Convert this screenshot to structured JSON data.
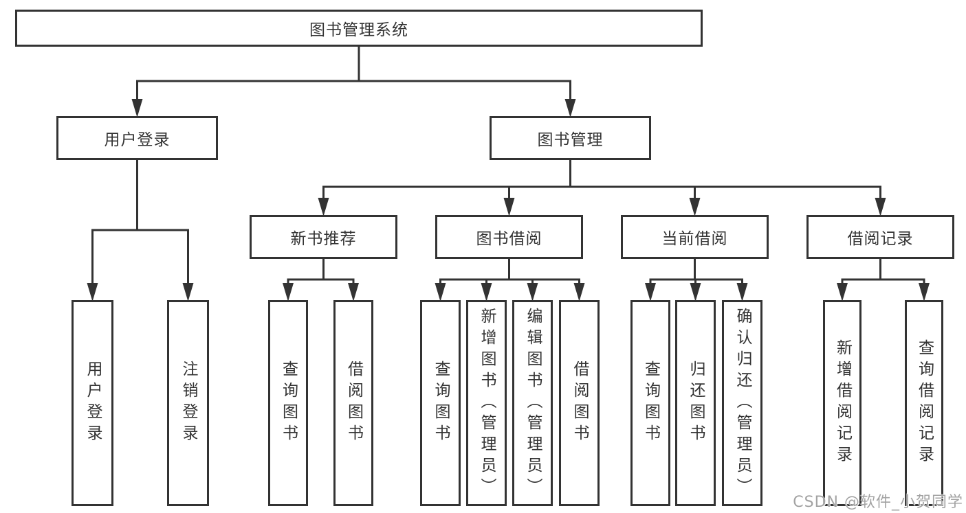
{
  "diagram": {
    "type": "tree",
    "background": "#ffffff",
    "line_color": "#333333",
    "box_border_color": "#333333",
    "text_color": "#333333",
    "root": {
      "label": "图书管理系统",
      "children": [
        {
          "label": "用户登录",
          "children": [
            {
              "label": "用户登录"
            },
            {
              "label": "注销登录"
            }
          ]
        },
        {
          "label": "图书管理",
          "children": [
            {
              "label": "新书推荐",
              "children": [
                {
                  "label": "查询图书"
                },
                {
                  "label": "借阅图书"
                }
              ]
            },
            {
              "label": "图书借阅",
              "children": [
                {
                  "label": "查询图书"
                },
                {
                  "label": "新增图书（管理员）"
                },
                {
                  "label": "编辑图书（管理员）"
                },
                {
                  "label": "借阅图书"
                }
              ]
            },
            {
              "label": "当前借阅",
              "children": [
                {
                  "label": "查询图书"
                },
                {
                  "label": "归还图书"
                },
                {
                  "label": "确认归还（管理员）"
                }
              ]
            },
            {
              "label": "借阅记录",
              "children": [
                {
                  "label": "新增借阅记录"
                },
                {
                  "label": "查询借阅记录"
                }
              ]
            }
          ]
        }
      ]
    }
  },
  "watermark": {
    "text": "CSDN @软件_小贺同学",
    "color": "#a3a3a3"
  }
}
